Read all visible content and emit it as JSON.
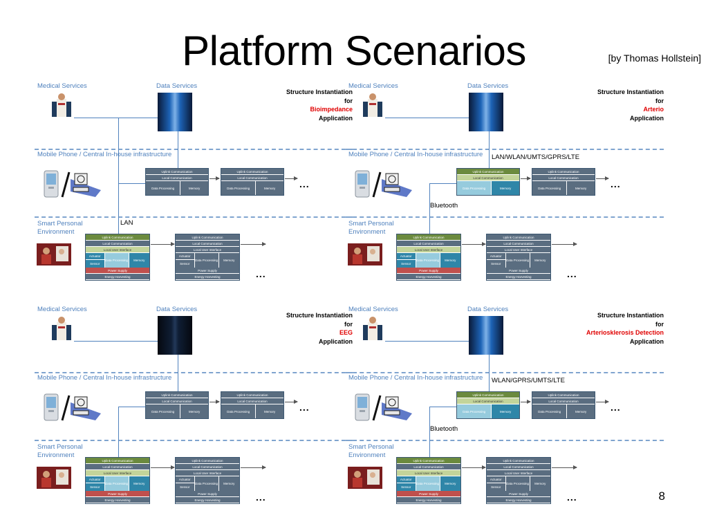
{
  "title": "Platform Scenarios",
  "author": "[by Thomas Hollstein]",
  "page_number": "8",
  "labels": {
    "medical_services": "Medical Services",
    "data_services": "Data Services",
    "mobile_phone": "Mobile Phone / Central In-house infrastructure",
    "smart_env_line1": "Smart Personal",
    "smart_env_line2": "Environment",
    "structure_line1": "Structure Instantiation",
    "structure_line2": "for",
    "application": "Application",
    "ellipsis": "..."
  },
  "modules": {
    "uplink": "Uplink Communication",
    "local": "Local Communication",
    "local_ui": "Local User Interface",
    "actuator": "Actuator",
    "sensor": "Sensor",
    "data_processing": "Data Processing",
    "memory": "Memory",
    "power": "Power Supply",
    "energy": "Energy Harvesting"
  },
  "scenarios": [
    {
      "name": "Bioimpedance",
      "uplink_label": "",
      "local_label": "LAN"
    },
    {
      "name": "Arterio",
      "uplink_label": "LAN/WLAN/UMTS/GPRS/LTE",
      "local_label": "Bluetooth"
    },
    {
      "name": "EEG",
      "uplink_label": "",
      "local_label": ""
    },
    {
      "name": "Arteriosklerosis Detection",
      "uplink_label": "WLAN/GPRS/UMTS/LTE",
      "local_label": "Bluetooth"
    }
  ],
  "colors": {
    "link": "#4f81bd",
    "highlight_text": "#e00000",
    "module_gray": "#5a6d80"
  }
}
